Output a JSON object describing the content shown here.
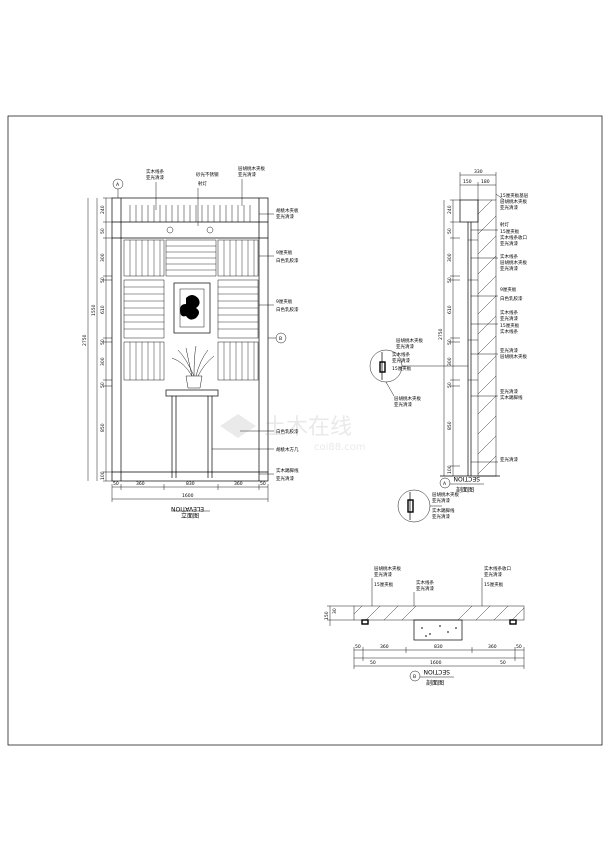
{
  "elevation": {
    "title_en": "ELEVATION",
    "title_cn": "立面图",
    "callouts_top": [
      "实木线条",
      "亚光清漆",
      "砂光不锈钢",
      "射灯",
      "层胡桃木夹板",
      "亚光清漆"
    ],
    "callouts_right": [
      "胡桃木夹板",
      "亚光清漆",
      "9厘夹板",
      "白色乳胶漆",
      "9厘夹板",
      "白色乳胶漆",
      "白色乳胶漆",
      "胡桃木方几",
      "实木踢脚线",
      "亚光清漆"
    ],
    "dims_left": [
      "240",
      "50",
      "300",
      "50",
      "610",
      "50",
      "300",
      "50",
      "850",
      "100"
    ],
    "dims_left_totals": [
      "1550",
      "2750"
    ],
    "dims_bottom": [
      "50",
      "360",
      "830",
      "360",
      "50"
    ],
    "dims_bottom_total": "1600",
    "section_marks": [
      "A",
      "B"
    ]
  },
  "section_a": {
    "title_en": "SECTION",
    "title_cn": "剖面图",
    "mark": "A",
    "dims_top": [
      "330",
      "150",
      "180"
    ],
    "dims_left": [
      "240",
      "50",
      "300",
      "50",
      "610",
      "50",
      "300",
      "50",
      "850",
      "100"
    ],
    "dims_left_total": "2750",
    "callouts": [
      "15厘夹板基层",
      "层胡桃木夹板",
      "亚光清漆",
      "射灯",
      "15厘夹板",
      "实木线条收口",
      "亚光清漆",
      "实木线条",
      "层胡桃木夹板",
      "亚光清漆",
      "9厘夹板",
      "白色乳胶漆",
      "实木线条",
      "亚光清漆",
      "15厘夹板",
      "实木线条",
      "亚光清漆",
      "层胡桃木夹板",
      "亚光清漆",
      "实木踢脚线",
      "亚光清漆"
    ],
    "detail1": [
      "层胡桃木夹板",
      "亚光清漆",
      "实木线条",
      "亚光清漆",
      "15厘夹板",
      "层胡桃木夹板",
      "亚光清漆"
    ],
    "detail2": [
      "层胡桃木夹板",
      "亚光清漆",
      "实木踢脚线",
      "亚光清漆"
    ]
  },
  "section_b": {
    "title_en": "SECTION",
    "title_cn": "剖面图",
    "mark": "B",
    "callouts_top": [
      "层胡桃木夹板",
      "亚光清漆",
      "15厘夹板",
      "实木线条",
      "亚光清漆",
      "实木线条收口",
      "亚光清漆",
      "15厘夹板"
    ],
    "dims_left": [
      "150",
      "30"
    ],
    "dims_bottom": [
      "50",
      "360",
      "830",
      "360",
      "50"
    ],
    "dims_bottom_sub": [
      "50",
      "50"
    ],
    "dims_bottom_total": "1600"
  },
  "watermark": {
    "cn": "土木在线",
    "en": "coi88.com"
  }
}
